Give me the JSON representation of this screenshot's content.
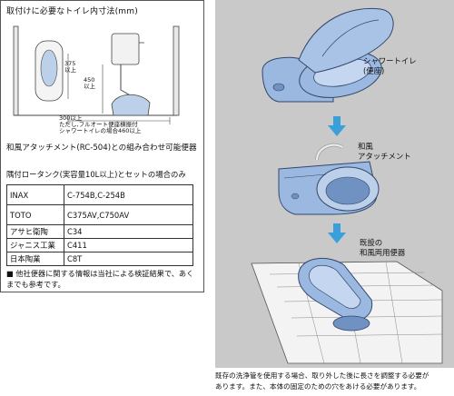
{
  "dimensions": {
    "title": "取付けに必要なトイレ内寸法(mm)",
    "dim_375": "375\n以上",
    "dim_450": "450\n以上",
    "dim_300_note": "300以上\nただし,フルオート便座横振付\nシャワートイレの場合460以上"
  },
  "combination": {
    "title": "和風アタッチメント(RC-504)との組み合わせ可能便器",
    "tank_title": "隅付ロータンク(実容量10L以上)とセットの場合のみ",
    "rows": [
      {
        "brand": "INAX",
        "models": "C-754B,C-254B"
      },
      {
        "brand": "TOTO",
        "models": "C375AV,C750AV"
      },
      {
        "brand": "アサヒ衛陶",
        "models": "C34"
      },
      {
        "brand": "ジャニス工業",
        "models": "C411"
      },
      {
        "brand": "日本陶業",
        "models": "C8T"
      }
    ],
    "footnote": "■ 他社便器に関する情報は当社による検証結果で、あくまでも参考です。"
  },
  "illustration": {
    "label_shower": "シャワートイレ\n(便座)",
    "label_attachment": "和風\nアタッチメント",
    "label_existing": "既設の\n和風両用便器"
  },
  "caption": "既存の洗浄管を使用する場合、取り外した後に長さを調整する必要が\nあります。また、本体の固定のための穴をあける必要があります。",
  "colors": {
    "panel_bg": "#c9c9c9",
    "fixture_blue": "#9ab8e0",
    "fixture_blue_dark": "#6f92c2",
    "arrow_blue": "#3aa0dc"
  }
}
